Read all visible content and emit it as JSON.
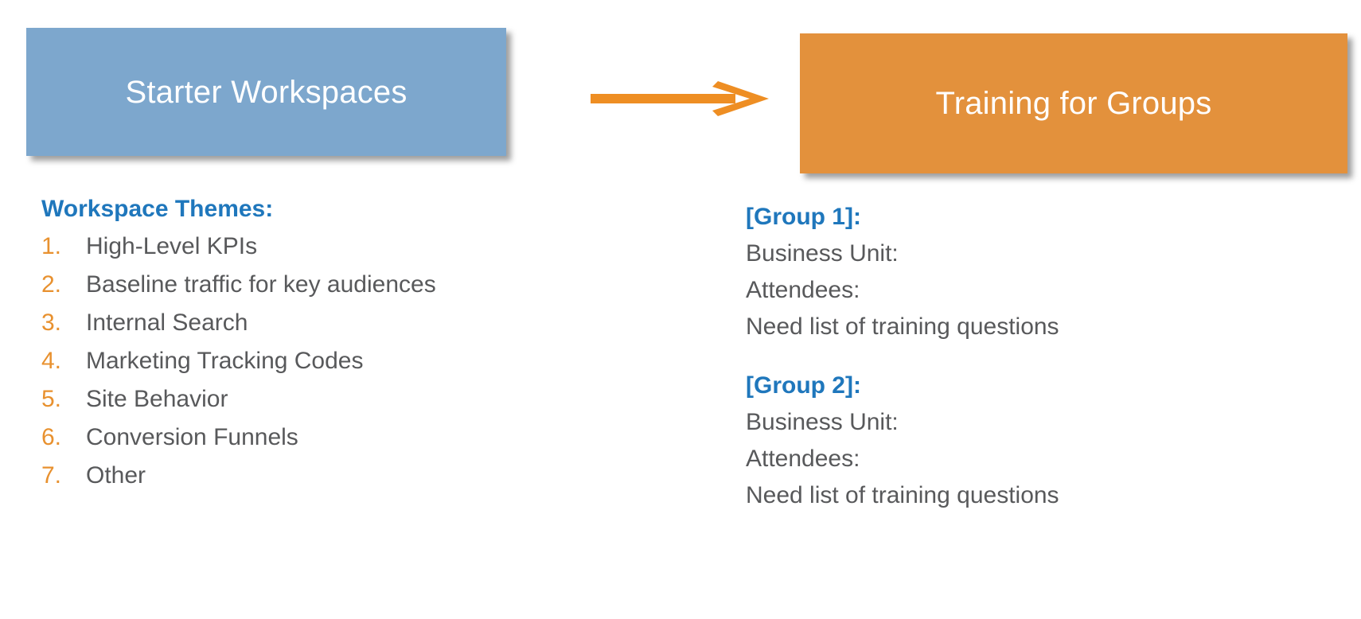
{
  "slide": {
    "background_color": "#ffffff"
  },
  "flow": {
    "left_box": {
      "title": "Starter Workspaces",
      "fill_color": "#7DA7CD",
      "text_color": "#FFFFFF"
    },
    "arrow": {
      "icon": "right-arrow-icon",
      "color": "#EE8E23",
      "direction": "right"
    },
    "right_box": {
      "title": "Training for Groups",
      "fill_color": "#E3913C",
      "text_color": "#FFFFFF"
    }
  },
  "left_column": {
    "heading": "Workspace Themes:",
    "heading_color": "#1F77BC",
    "number_color": "#E8912F",
    "text_color": "#58595B",
    "items": [
      {
        "number": "1.",
        "label": "High-Level KPIs"
      },
      {
        "number": "2.",
        "label": "Baseline traffic for key audiences"
      },
      {
        "number": "3.",
        "label": "Internal Search"
      },
      {
        "number": "4.",
        "label": "Marketing Tracking Codes"
      },
      {
        "number": "5.",
        "label": "Site Behavior"
      },
      {
        "number": "6.",
        "label": "Conversion Funnels"
      },
      {
        "number": "7.",
        "label": "Other"
      }
    ]
  },
  "right_column": {
    "title_color": "#1F77BC",
    "text_color": "#58595B",
    "groups": [
      {
        "title": "[Group 1]:",
        "lines": [
          "Business Unit:",
          "Attendees:",
          "Need list of training questions"
        ]
      },
      {
        "title": "[Group 2]:",
        "lines": [
          "Business Unit:",
          "Attendees:",
          "Need list of training questions"
        ]
      }
    ]
  }
}
